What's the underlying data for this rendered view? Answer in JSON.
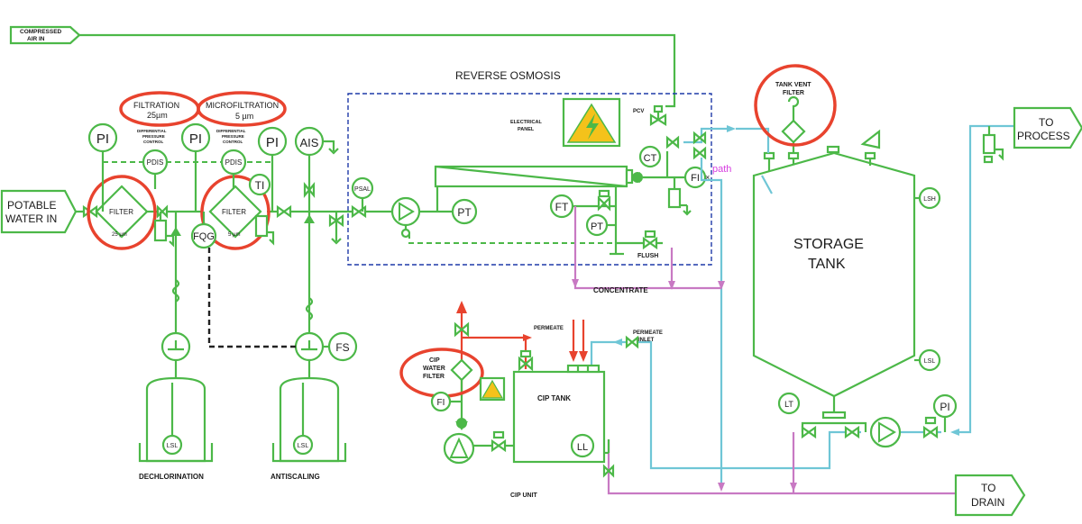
{
  "labels": {
    "compressed_air_in_1": "COMPRESSED",
    "compressed_air_in_2": "AIR IN",
    "reverse_osmosis": "REVERSE OSMOSIS",
    "potable_water_in_1": "POTABLE",
    "potable_water_in_2": "WATER IN",
    "filtration_1": "FILTRATION",
    "filtration_2": "25µm",
    "microfiltration_1": "MICROFILTRATION",
    "microfiltration_2": "5 µm",
    "dpc_1": "DIFFERENTIAL",
    "dpc_2": "PRESSURE",
    "dpc_3": "CONTROL",
    "dpc_b1": "DIFFERENTIAL",
    "dpc_b2": "PRESSURE",
    "dpc_b3": "CONTROL",
    "filter_1": "FILTER",
    "filter_1_size": "25 µm",
    "filter_2": "FILTER",
    "filter_2_size": "5 µm",
    "electrical_panel_1": "ELECTRICAL",
    "electrical_panel_2": "PANEL",
    "pcv": "PCV",
    "tank_vent_filter_1": "TANK VENT",
    "tank_vent_filter_2": "FILTER",
    "to_process_1": "TO",
    "to_process_2": "PROCESS",
    "path": "path",
    "flush": "FLUSH",
    "concentrate": "CONCENTRATE",
    "storage_tank_1": "STORAGE",
    "storage_tank_2": "TANK",
    "permeate": "PERMEATE",
    "permeate_inlet_1": "PERMEATE",
    "permeate_inlet_2": "INLET",
    "cip_water_filter_1": "CIP",
    "cip_water_filter_2": "WATER",
    "cip_water_filter_3": "FILTER",
    "cip_tank": "CIP TANK",
    "cip_unit": "CIP UNIT",
    "dechlorination": "DECHLORINATION",
    "antiscaling": "ANTISCALING",
    "to_drain_1": "TO",
    "to_drain_2": "DRAIN"
  },
  "instruments": {
    "pi_1": "PI",
    "pi_2": "PI",
    "pi_3": "PI",
    "pdis_1": "PDIS",
    "pdis_2": "PDIS",
    "ti": "TI",
    "ais": "AIS",
    "fqg": "FQG",
    "psal": "PSAL",
    "pt_1": "PT",
    "pt_2": "PT",
    "ft": "FT",
    "ct": "CT",
    "fi_1": "FI",
    "fs": "FS",
    "lsl_1": "LSL",
    "lsl_2": "LSL",
    "lsh": "LSH",
    "lsl_tank": "LSL",
    "lt": "LT",
    "pi_4": "PI",
    "fi_2": "FI",
    "ll": "LL"
  },
  "colors": {
    "process_line": "#4cb848",
    "highlight": "#e8432e",
    "permeate_line": "#6fc6d6",
    "concentrate_line": "#c879c3",
    "hot_line": "#e8432e",
    "signal_line": "#222222",
    "warning": "#f4c21b"
  }
}
